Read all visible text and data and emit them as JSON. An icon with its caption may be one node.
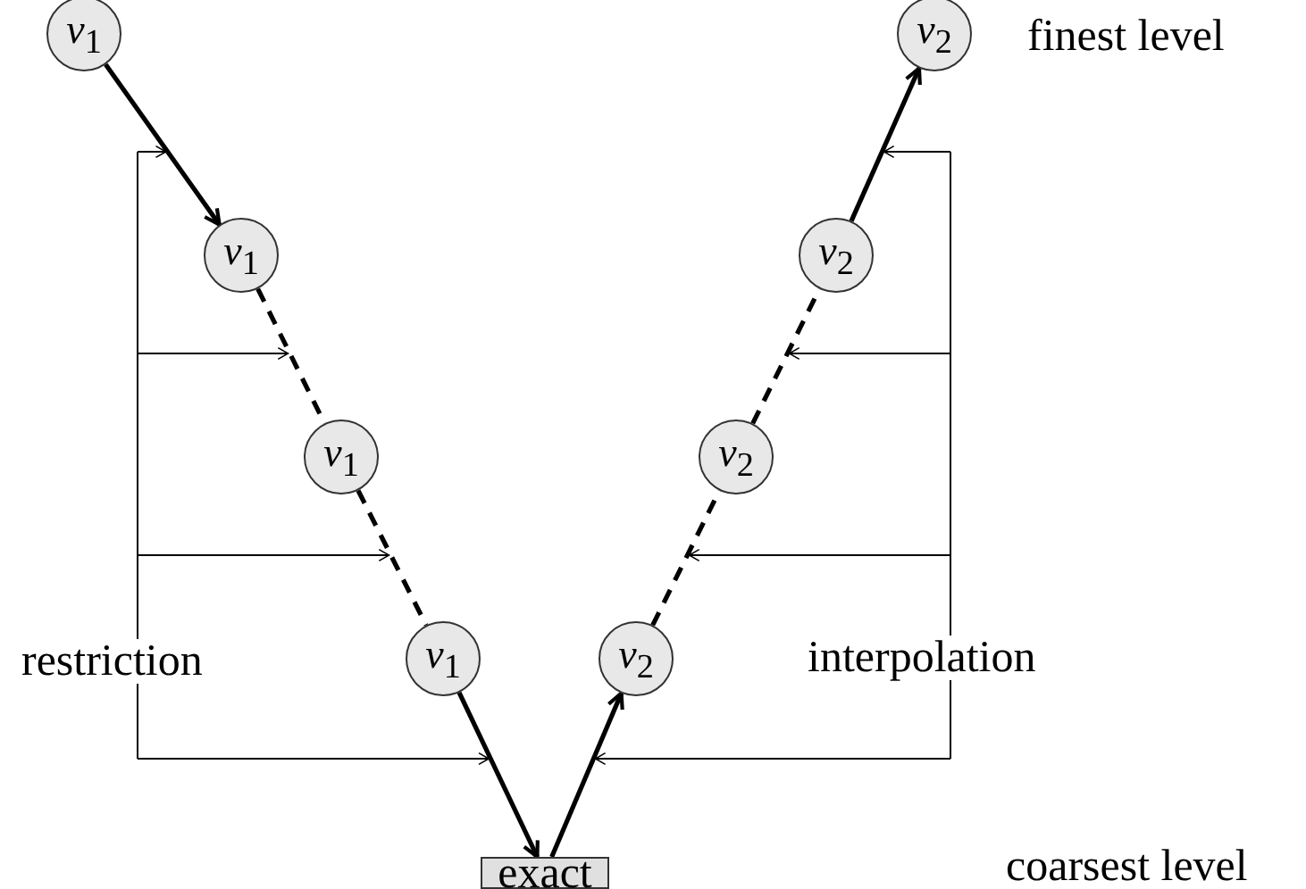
{
  "diagram": {
    "nodes": [
      {
        "text": [
          "*ν*$_{1}$"
        ]
      },
      {
        "text": [
          "*ν*$_{1}$"
        ]
      },
      {
        "text": [
          "*ν*$_{1}$"
        ]
      },
      {
        "text": [
          "*ν*$_{1}$"
        ]
      },
      {
        "text": [
          "exact"
        ]
      },
      {
        "text": [
          "*ν*$_{2}$"
        ]
      },
      {
        "text": [
          "*ν*$_{2}$"
        ]
      },
      {
        "text": [
          "*ν*$_{2}$"
        ]
      },
      {
        "text": [
          "*ν*$_{2}$"
        ]
      }
    ],
    "edges": [
      {
        "from": 0,
        "to": 1,
        "arrow": "to"
      },
      {
        "from": 1,
        "to": 2,
        "arrow": "none",
        "style": "dashed"
      },
      {
        "from": 2,
        "to": 3,
        "arrow": "none",
        "style": "dashed"
      },
      {
        "from": 3,
        "to": 4,
        "arrow": "to"
      },
      {
        "from": 4,
        "to": 5,
        "arrow": "to"
      },
      {
        "from": 5,
        "to": 6,
        "arrow": "none",
        "style": "dashed"
      },
      {
        "from": 6,
        "to": 7,
        "arrow": "none",
        "style": "dashed"
      },
      {
        "from": 7,
        "to": 8,
        "arrow": "to"
      }
    ],
    "labels": [
      "finest level",
      "restriction",
      "interpolation",
      "coarsest level"
    ]
  }
}
